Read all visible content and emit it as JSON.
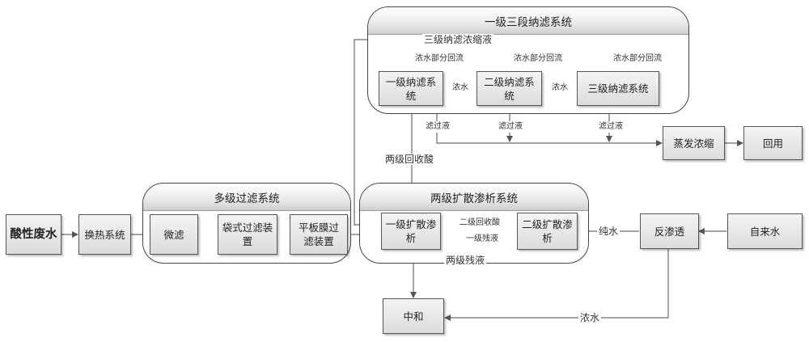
{
  "groups": {
    "nanofiltration": "一级三段纳滤系统",
    "multistage_filter": "多级过滤系统",
    "diffusion": "两级扩散渗析系统"
  },
  "boxes": {
    "acid_wastewater": "酸性废水",
    "heat_exchange": "换热系统",
    "micro_filter": "微滤",
    "bag_filter": "袋式过滤装置",
    "flat_membrane": "平板膜过滤装置",
    "nf1": "一级纳滤系统",
    "nf2": "二级纳滤系统",
    "nf3": "三级纳滤系统",
    "evaporation": "蒸发浓缩",
    "reuse": "回用",
    "diff1": "一级扩散渗析",
    "diff2": "二级扩散渗析",
    "reverse_osmosis": "反渗透",
    "tap_water": "自来水",
    "neutralize": "中和"
  },
  "labels": {
    "nf_concentrate_return": "三级纳滤浓缩液",
    "reflux1": "浓水部分回流",
    "reflux2": "浓水部分回流",
    "reflux3": "浓水部分回流",
    "conc1": "浓水",
    "conc2": "浓水",
    "filtrate1": "滤过液",
    "filtrate2": "滤过液",
    "filtrate3": "滤过液",
    "recovered_acid_two": "两级回收酸",
    "recovered_acid_two_level": "二级回收酸",
    "residue_one": "一级残液",
    "pure_water": "纯水",
    "residue_two": "两级残液",
    "ro_concentrate": "浓水"
  }
}
